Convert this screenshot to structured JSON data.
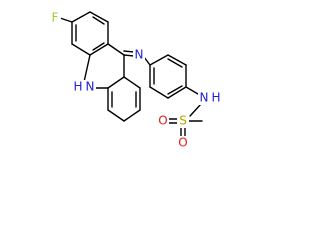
{
  "molecule": {
    "atoms": {
      "F": "F",
      "N_imine": "N",
      "N_ring": "N",
      "H_ring": "H",
      "N_amide": "N",
      "H_amide": "H",
      "S": "S",
      "O_top": "O",
      "O_bottom": "O"
    },
    "colors": {
      "bond": "#000000",
      "F": "#9acd32",
      "N": "#1e22d6",
      "S": "#b8a200",
      "O": "#e0201a"
    }
  }
}
